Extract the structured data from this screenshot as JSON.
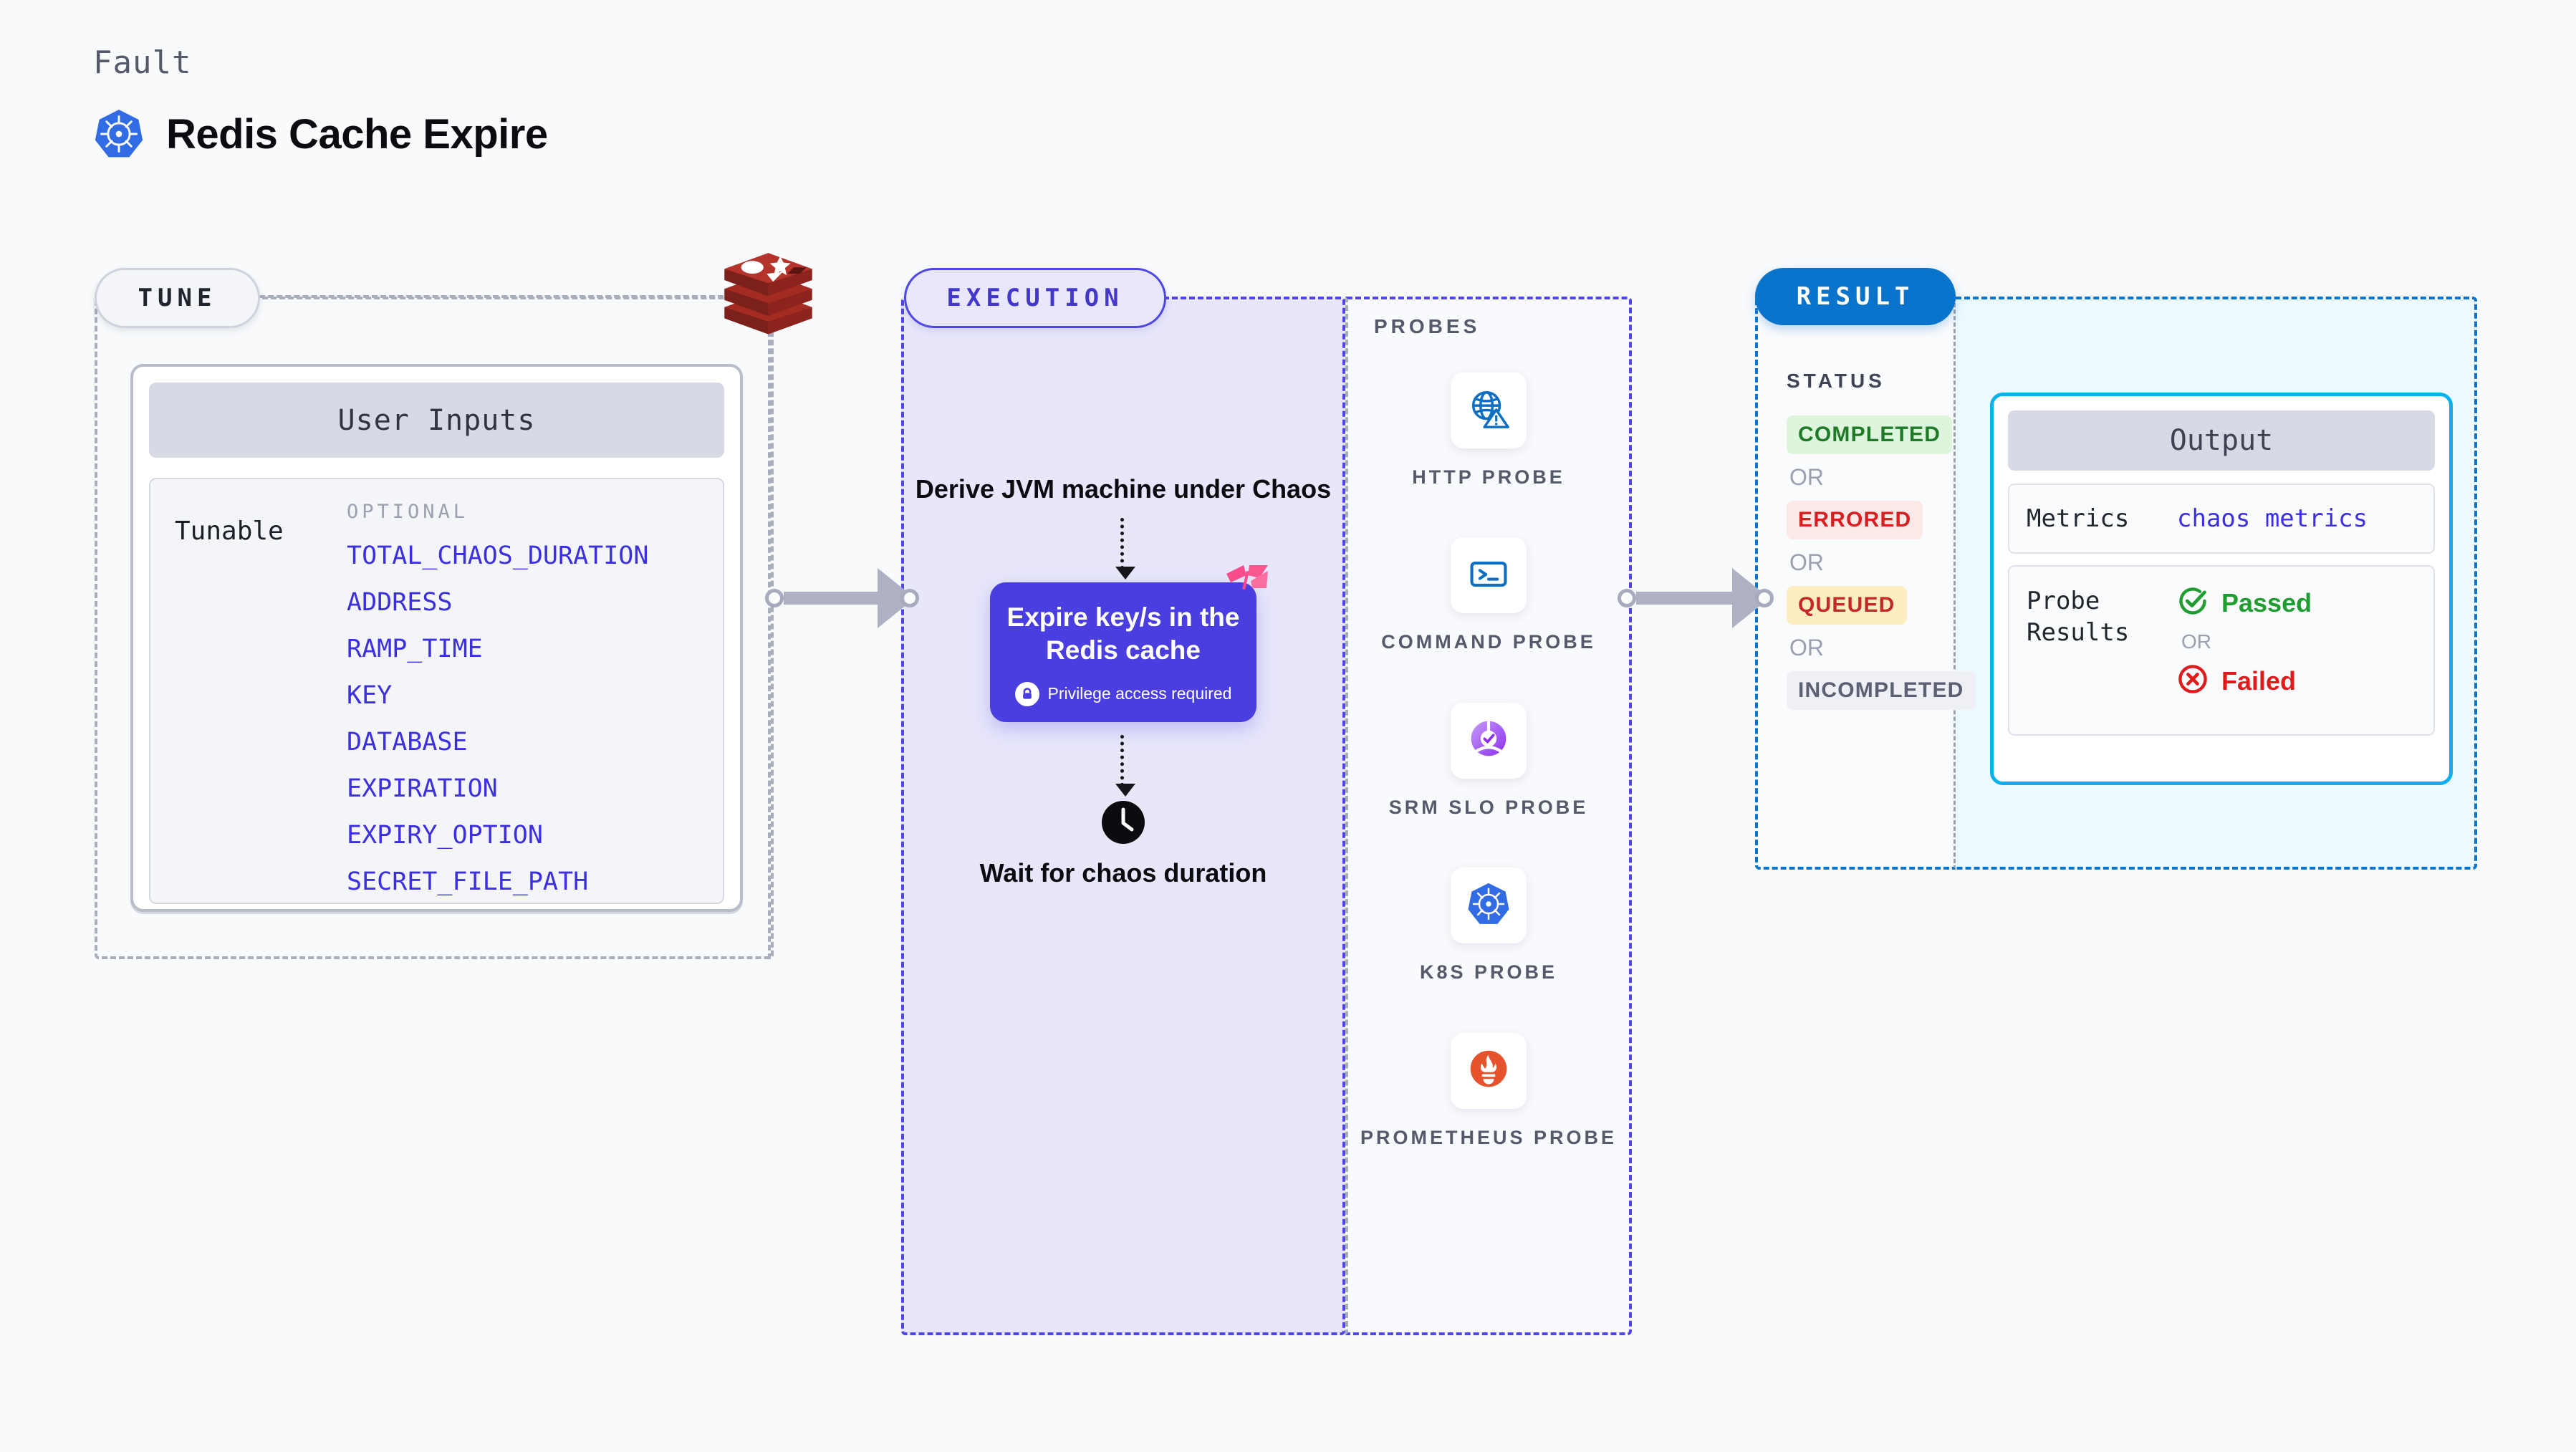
{
  "header": {
    "kicker": "Fault",
    "title": "Redis Cache Expire",
    "logo_icon": "kubernetes-icon"
  },
  "colors": {
    "accent_purple": "#4a3ee0",
    "accent_blue": "#0a73cc",
    "accent_cyan": "#0bb0ec",
    "param_blue": "#3b2fe0",
    "muted": "#a9aebd",
    "success_green": "#1f9d2f",
    "error_red": "#d81f1f",
    "warning_amber": "#fdeec2"
  },
  "tune": {
    "pill_label": "TUNE",
    "source_icon": "redis-icon",
    "card": {
      "header": "User Inputs",
      "group_label": "Tunable",
      "optional_label": "OPTIONAL",
      "params": [
        "TOTAL_CHAOS_DURATION",
        "ADDRESS",
        "RAMP_TIME",
        "KEY",
        "DATABASE",
        "EXPIRATION",
        "EXPIRY_OPTION",
        "SECRET_FILE_PATH"
      ]
    }
  },
  "execution": {
    "pill_label": "EXECUTION",
    "step_top": "Derive JVM machine under Chaos",
    "card": {
      "title": "Expire key/s in the Redis cache",
      "note": "Privilege access required",
      "note_icon": "lock-icon",
      "corner_icon": "litmus-flag-icon"
    },
    "step_bottom": "Wait for chaos duration",
    "step_bottom_icon": "clock-icon"
  },
  "probes": {
    "title": "PROBES",
    "items": [
      {
        "label": "HTTP PROBE",
        "icon": "globe-warning-icon"
      },
      {
        "label": "COMMAND PROBE",
        "icon": "terminal-icon"
      },
      {
        "label": "SRM SLO PROBE",
        "icon": "srm-slo-icon"
      },
      {
        "label": "K8S PROBE",
        "icon": "kubernetes-icon"
      },
      {
        "label": "PROMETHEUS PROBE",
        "icon": "prometheus-icon"
      }
    ]
  },
  "result": {
    "pill_label": "RESULT",
    "status_title": "STATUS",
    "or_label": "OR",
    "statuses": [
      {
        "label": "COMPLETED",
        "fg": "#1f7a28",
        "bg": "#ddf5dd"
      },
      {
        "label": "ERRORED",
        "fg": "#d81f1f",
        "bg": "#fde8e8"
      },
      {
        "label": "QUEUED",
        "fg": "#c62828",
        "bg": "#fdeec2"
      },
      {
        "label": "INCOMPLETED",
        "fg": "#5b6072",
        "bg": "#eef0f5"
      }
    ],
    "output": {
      "header": "Output",
      "metrics_label": "Metrics",
      "metrics_value": "chaos metrics",
      "probe_results_label": "Probe Results",
      "or_label": "OR",
      "passed_label": "Passed",
      "passed_icon": "check-circle-icon",
      "failed_label": "Failed",
      "failed_icon": "x-circle-icon"
    }
  }
}
